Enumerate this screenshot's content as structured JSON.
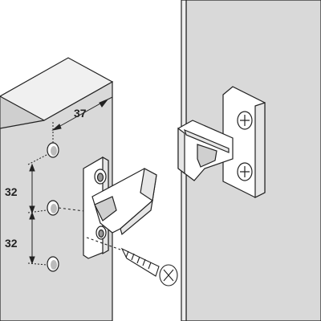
{
  "dimensions": {
    "horizontal_offset": "37",
    "spacing_upper": "32",
    "spacing_lower": "32"
  },
  "colors": {
    "panel_face": "#d9d9d9",
    "panel_edge": "#f2f2f2",
    "panel_side": "#c4c4c4",
    "hardware": "#ffffff",
    "hardware_shade": "#e6e6e6",
    "line": "#222222"
  }
}
